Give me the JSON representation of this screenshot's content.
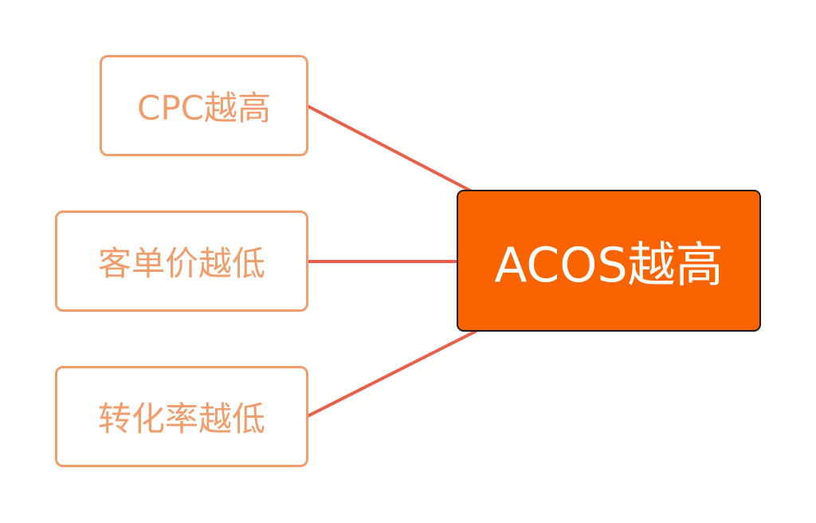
{
  "diagram": {
    "result": "ACOS越高",
    "causes": [
      "CPC越高",
      "客单价越低",
      "转化率越低"
    ],
    "colors": {
      "result_fill": "#f96400",
      "cause_border": "#f19d6b",
      "link": "#e8604a"
    }
  }
}
